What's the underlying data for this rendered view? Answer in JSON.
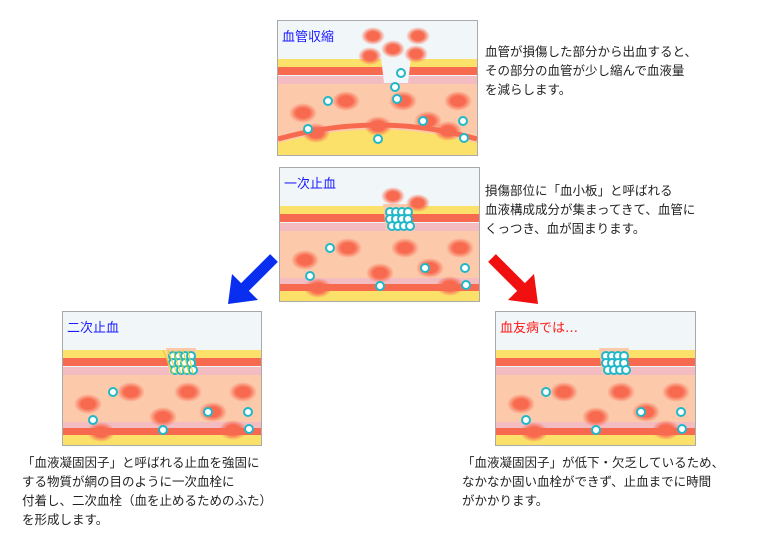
{
  "colors": {
    "title_blue": "#1a1aff",
    "title_red": "#ff1a1a",
    "arrow_blue": "#0a2ef0",
    "arrow_red": "#f01010"
  },
  "panels": [
    {
      "title": "血管収縮",
      "description": "血管が損傷した部分から出血すると、\nその部分の血管が少し縮んで血液量\nを減らします。"
    },
    {
      "title": "一次止血",
      "description": "損傷部位に「血小板」と呼ばれる\n血液構成成分が集まってきて、血管に\nくっつき、血が固まります。"
    },
    {
      "title": "二次止血",
      "description": "「血液凝固因子」と呼ばれる止血を強固に\nする物質が網の目のように一次血栓に\n付着し、二次血栓（血を止めるためのふた）\nを形成します。"
    },
    {
      "title": "血友病では…",
      "description": "「血液凝固因子」が低下・欠乏しているため、\nなかなか固い血栓ができず、止血までに時間\nがかかります。"
    }
  ]
}
